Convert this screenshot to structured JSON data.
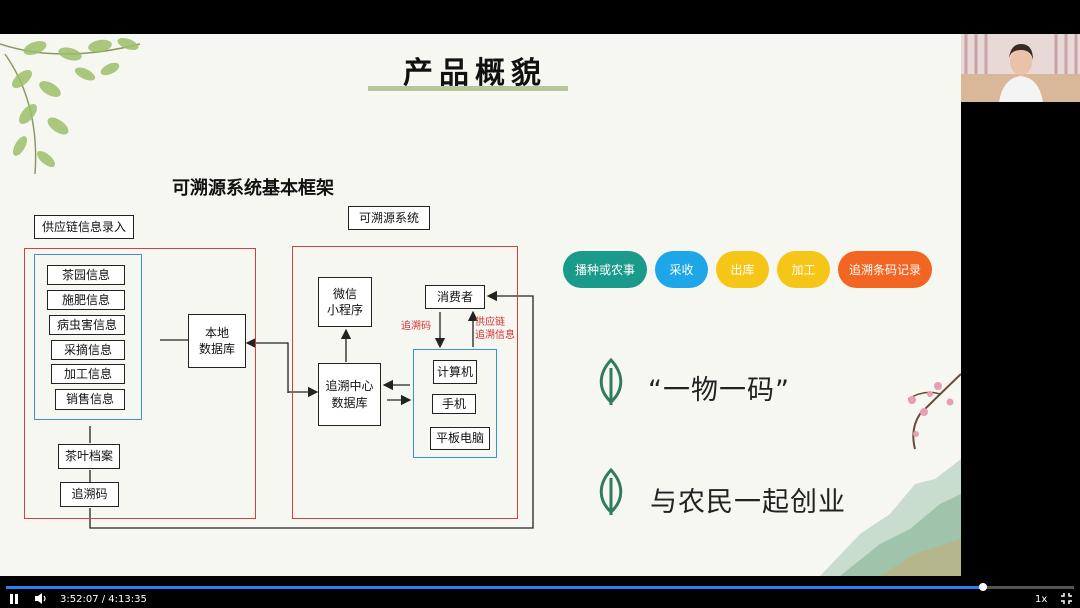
{
  "slide": {
    "title": "产品概貌",
    "subtitle": "可溯源系统基本框架"
  },
  "diagram": {
    "supply_input_label": "供应链信息录入",
    "trace_system_label": "可溯源系统",
    "info_items": [
      "茶园信息",
      "施肥信息",
      "病虫害信息",
      "采摘信息",
      "加工信息",
      "销售信息"
    ],
    "tea_archive": "茶叶档案",
    "trace_code": "追溯码",
    "local_db": "本地\n数据库",
    "wechat": "微信\n小程序",
    "consumer": "消费者",
    "trace_center_db": "追溯中心\n数据库",
    "devices": [
      "计算机",
      "手机",
      "平板电脑"
    ],
    "label_trace_code": "追溯码",
    "label_supply_info": "供应链\n追溯信息"
  },
  "tags": [
    {
      "label": "播种或农事",
      "color": "#1a9a8a"
    },
    {
      "label": "采收",
      "color": "#1ea7e8"
    },
    {
      "label": "出库",
      "color": "#f5c518"
    },
    {
      "label": "加工",
      "color": "#f5c518"
    },
    {
      "label": "追溯条码记录",
      "color": "#f26522"
    }
  ],
  "bullets": [
    "“一物一码”",
    "与农民一起创业"
  ],
  "player": {
    "time": "3:52:07 / 4:13:35",
    "speed": "1x",
    "progress": 0.915
  },
  "colors": {
    "accent_green": "#2e7d5b",
    "frame_red": "#d24040",
    "frame_blue": "#3a8fe0"
  }
}
